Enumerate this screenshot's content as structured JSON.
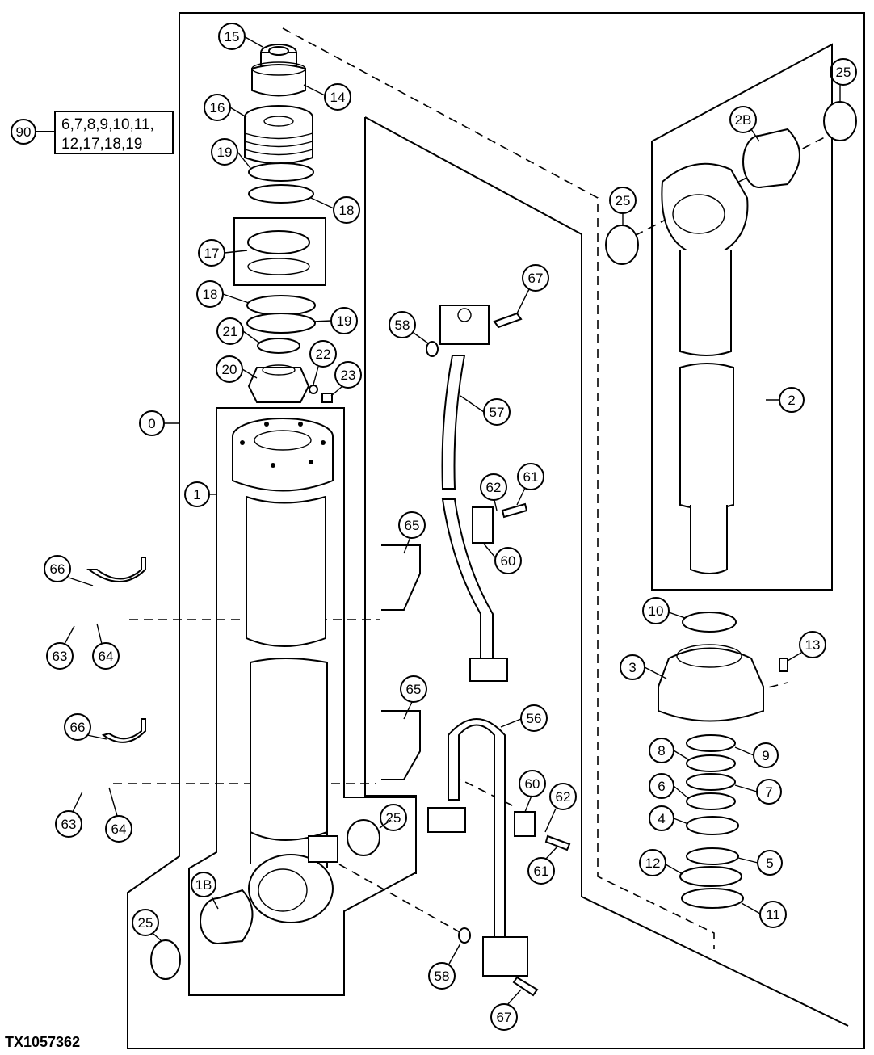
{
  "figure_id": "TX1057362",
  "kit": {
    "number": "90",
    "contents": [
      "6,7,8,9,10,11,",
      "12,17,18,19"
    ]
  },
  "callouts": {
    "c0": "0",
    "c1": "1",
    "c1B": "1B",
    "c2": "2",
    "c2B": "2B",
    "c3": "3",
    "c4": "4",
    "c5": "5",
    "c6": "6",
    "c7": "7",
    "c8": "8",
    "c9": "9",
    "c10": "10",
    "c11": "11",
    "c12": "12",
    "c13": "13",
    "c14": "14",
    "c15": "15",
    "c16": "16",
    "c17": "17",
    "c18a": "18",
    "c18b": "18",
    "c19a": "19",
    "c19b": "19",
    "c20": "20",
    "c21": "21",
    "c22": "22",
    "c23": "23",
    "c25a": "25",
    "c25b": "25",
    "c25c": "25",
    "c25d": "25",
    "c56": "56",
    "c57": "57",
    "c58a": "58",
    "c58b": "58",
    "c60a": "60",
    "c60b": "60",
    "c61a": "61",
    "c61b": "61",
    "c62a": "62",
    "c62b": "62",
    "c63a": "63",
    "c63b": "63",
    "c64a": "64",
    "c64b": "64",
    "c65a": "65",
    "c65b": "65",
    "c66a": "66",
    "c66b": "66",
    "c67a": "67",
    "c67b": "67"
  }
}
